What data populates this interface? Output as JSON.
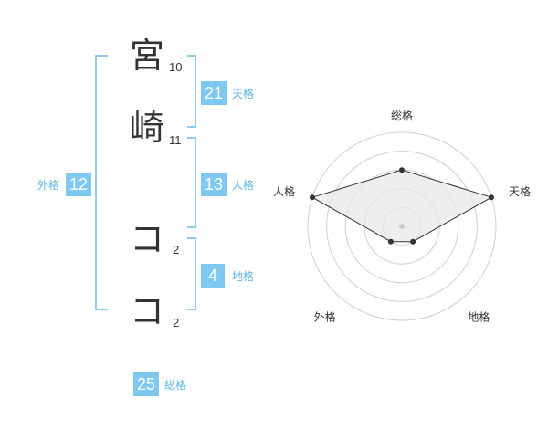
{
  "name_characters": [
    {
      "char": "宮",
      "strokes": "10"
    },
    {
      "char": "崎",
      "strokes": "11"
    },
    {
      "char": "コ",
      "strokes": "2"
    },
    {
      "char": "コ",
      "strokes": "2"
    }
  ],
  "fortunes": {
    "tenkaku": {
      "label": "天格",
      "value": "21"
    },
    "jinkaku": {
      "label": "人格",
      "value": "13"
    },
    "chikaku": {
      "label": "地格",
      "value": "4"
    },
    "gaikaku": {
      "label": "外格",
      "value": "12"
    },
    "soukaku": {
      "label": "総格",
      "value": "25"
    }
  },
  "colors": {
    "accent": "#7fc8f0",
    "accent_text": "#5bb4e6",
    "bracket": "#8fccf0",
    "text": "#333333"
  },
  "chart_data": {
    "type": "radar",
    "axes": [
      "総格",
      "天格",
      "地格",
      "外格",
      "人格"
    ],
    "values": [
      3,
      5,
      1,
      1,
      5
    ],
    "range": [
      0,
      5
    ],
    "grid_rings": 5
  }
}
